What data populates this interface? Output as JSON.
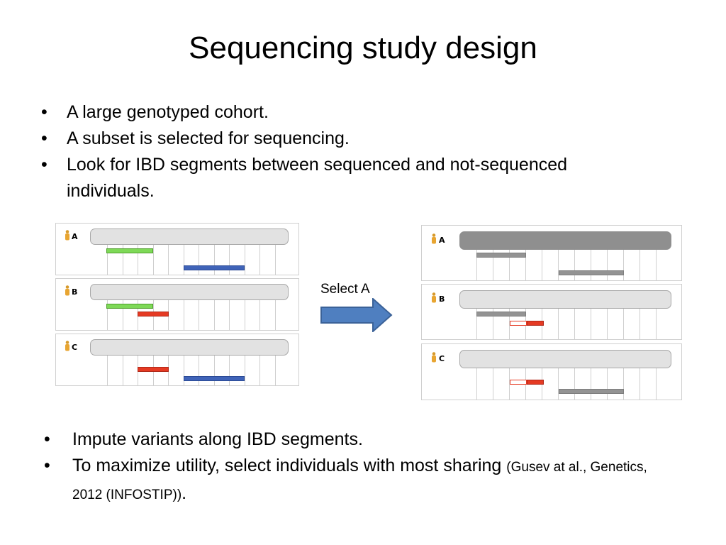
{
  "slide": {
    "title": "Sequencing study design",
    "top_bullets": [
      "A large genotyped cohort.",
      "A subset is selected for sequencing.",
      "Look for IBD segments between sequenced and not-sequenced individuals."
    ],
    "bullet_symbol": "•",
    "bottom_bullets": [
      {
        "text": "Impute variants along IBD segments.",
        "citation": ""
      },
      {
        "text": "To maximize utility, select individuals with most sharing ",
        "citation": "(Gusev at al., Genetics, 2012 (INFOSTIP))",
        "end": "."
      }
    ]
  },
  "diagram": {
    "arrow_label": "Select A",
    "individuals": [
      "A",
      "B",
      "C"
    ],
    "colors": {
      "green": "#7ed957",
      "blue": "#3f63b8",
      "red": "#e53a23",
      "gray": "#939393",
      "chromosome": "#e2e2e2",
      "selected_chromosome": "#8f8f8f",
      "arrow": "#4f7fc0"
    },
    "left_panel_segments": {
      "A": [
        "green",
        "blue"
      ],
      "B": [
        "green",
        "red"
      ],
      "C": [
        "red",
        "blue"
      ]
    },
    "right_panel_segments": {
      "A": [
        "gray",
        "gray"
      ],
      "B": [
        "gray",
        "hollow-red + red"
      ],
      "C": [
        "hollow-red + red",
        "gray"
      ]
    },
    "selected_individual": "A"
  }
}
